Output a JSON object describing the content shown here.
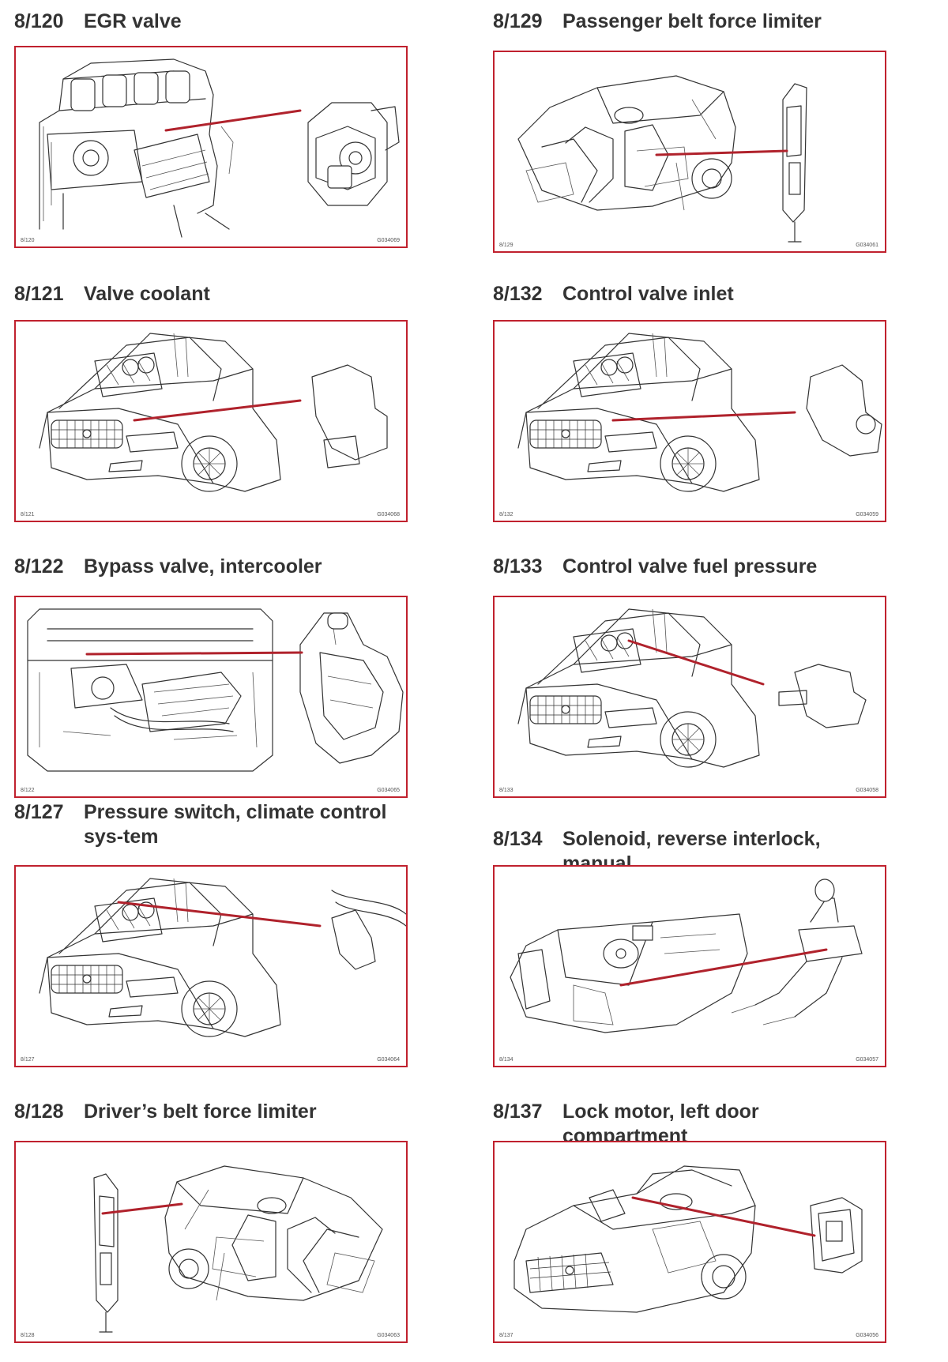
{
  "colors": {
    "frame": "#c0212e",
    "leader": "#b0222c",
    "heading": "#333333"
  },
  "entries": [
    {
      "code": "8/120",
      "title": "EGR valve",
      "ref": "8/120",
      "figure_id": "G034069",
      "illustration": "engine-icon"
    },
    {
      "code": "8/129",
      "title": "Passenger belt force limiter",
      "ref": "8/129",
      "figure_id": "G034061",
      "illustration": "car-interior-icon"
    },
    {
      "code": "8/121",
      "title": "Valve coolant",
      "ref": "8/121",
      "figure_id": "G034068",
      "illustration": "car-front-open-hood-icon"
    },
    {
      "code": "8/132",
      "title": "Control valve inlet",
      "ref": "8/132",
      "figure_id": "G034059",
      "illustration": "car-front-open-hood-icon"
    },
    {
      "code": "8/122",
      "title": "Bypass valve, intercooler",
      "ref": "8/122",
      "figure_id": "G034065",
      "illustration": "engine-bay-icon"
    },
    {
      "code": "8/133",
      "title": "Control valve fuel pressure",
      "ref": "8/133",
      "figure_id": "G034058",
      "illustration": "car-front-open-hood-icon"
    },
    {
      "code": "8/127",
      "title": "Pressure switch, climate control sys-tem",
      "ref": "8/127",
      "figure_id": "G034064",
      "illustration": "car-front-open-hood-icon"
    },
    {
      "code": "8/134",
      "title": "Solenoid, reverse interlock, manual",
      "ref": "8/134",
      "figure_id": "G034057",
      "illustration": "gear-shifter-icon"
    },
    {
      "code": "8/128",
      "title": "Driver’s belt force limiter",
      "ref": "8/128",
      "figure_id": "G034063",
      "illustration": "car-interior-icon"
    },
    {
      "code": "8/137",
      "title": "Lock motor, left door compartment",
      "ref": "8/137",
      "figure_id": "G034056",
      "illustration": "convertible-car-icon"
    }
  ]
}
